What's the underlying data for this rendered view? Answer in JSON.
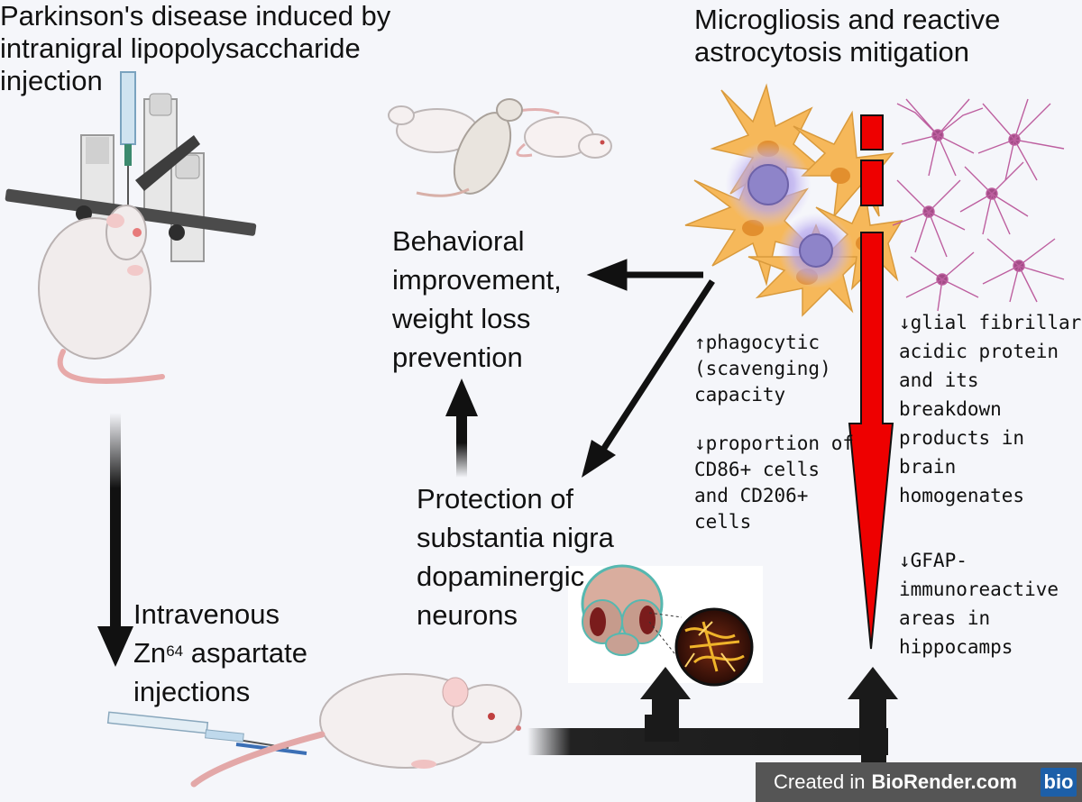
{
  "titles": {
    "pd_induction": [
      "Parkinson's disease induced by",
      "intranigral lipopolysaccharide",
      "injection"
    ],
    "glia": [
      "Microgliosis and reactive",
      "astrocytosis mitigation"
    ]
  },
  "boxes": {
    "behavior": [
      "Behavioral",
      "improvement,",
      "weight loss",
      "prevention"
    ],
    "protection": [
      "Protection of",
      "substantia nigra",
      "dopaminergic",
      "neurons"
    ],
    "treatment": {
      "line1": "Intravenous",
      "zn_prefix": "Zn",
      "zn_superscript": "64",
      "zn_suffix": " aspartate",
      "line3": "injections"
    }
  },
  "microglia_findings": {
    "phagocytic": [
      "↑phagocytic",
      "(scavenging)",
      "capacity"
    ],
    "proportion": [
      "↓proportion of",
      "CD86+ cells",
      "and CD206+",
      "cells"
    ]
  },
  "astrocyte_findings": {
    "gfap_protein": [
      "↓glial fibrillary",
      "acidic protein",
      "and its",
      "breakdown",
      "products in",
      "brain",
      "homogenates"
    ],
    "gfap_areas": [
      "↓GFAP-",
      "immunoreactive",
      "areas in",
      "hippocamps"
    ]
  },
  "footer": {
    "created_in": "Created in",
    "brand": "BioRender.com",
    "logo": "bio"
  },
  "colors": {
    "arrow_dark": "#111111",
    "arrow_red": "#ee0000",
    "microglia": "#f6b85a",
    "astrocyte": "#b84f96",
    "rodent_body": "#f3eeee",
    "background": "#f5f6fa"
  },
  "icons": [
    "stereotaxic-frame-icon",
    "lab-rat-icon",
    "rats-group-icon",
    "microglia-cells-icon",
    "astrocytes-icon",
    "brain-section-icon",
    "neurons-zoom-icon",
    "syringe-icon",
    "mouse-icon"
  ]
}
